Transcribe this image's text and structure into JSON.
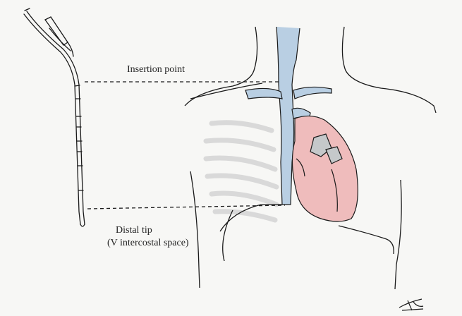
{
  "labels": {
    "insertion": "Insertion point",
    "distal_tip": "Distal tip",
    "distal_tip_detail": "(V intercostal space)"
  },
  "colors": {
    "paper": "#f7f7f5",
    "ink": "#1a1a1a",
    "vessel": "#b9cfe3",
    "heart": "#efbcbc",
    "chamber": "#c5c8ca",
    "rib": "#d9d9d9"
  },
  "icons": [
    "catheter-illustration",
    "torso-outline",
    "heart-illustration",
    "great-vessels",
    "rib-cage",
    "artist-signature"
  ]
}
